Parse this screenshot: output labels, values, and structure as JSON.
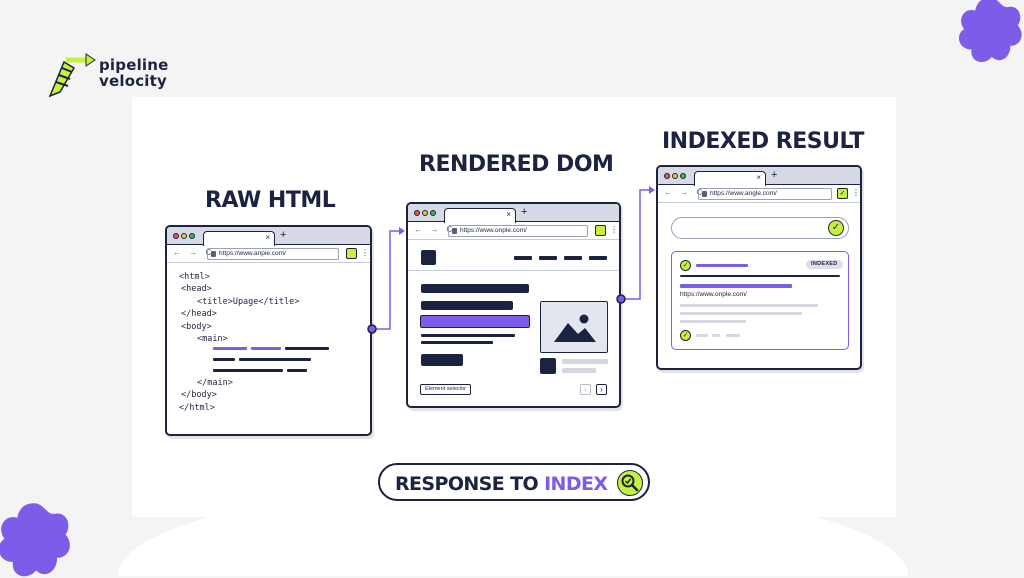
{
  "brand": {
    "line1": "pipeline",
    "line2": "velocity"
  },
  "stages": {
    "raw": {
      "title": "RAW HTML",
      "url": "https://www.anpie.com/"
    },
    "dom": {
      "title": "RENDERED DOM",
      "url": "https://www.onple.com/",
      "element_selector": "Element selector",
      "prev": "‹",
      "next": "›"
    },
    "indexed": {
      "title": "INDEXED RESULT",
      "url": "https://www.angle.com/",
      "badge": "INDEXED",
      "result_url": "https://www.onple.com/"
    }
  },
  "code_lines": [
    "<html>",
    "<head>",
    "<title>Upage</title>",
    "</head>",
    "<body>",
    "<main>",
    "</main>",
    "</body>",
    "</html>"
  ],
  "browser": {
    "close": "×",
    "plus": "+",
    "nav": "← → C",
    "menu": "⋮"
  },
  "footer": {
    "prefix": "RESPONSE TO ",
    "accent": "INDEX"
  },
  "colors": {
    "navy": "#1c2340",
    "purple": "#7c5ce8",
    "lime": "#c6f03c",
    "light_grey": "#d4d7e0"
  },
  "icons": [
    "search-icon",
    "check-icon",
    "image-icon",
    "lock-icon"
  ]
}
